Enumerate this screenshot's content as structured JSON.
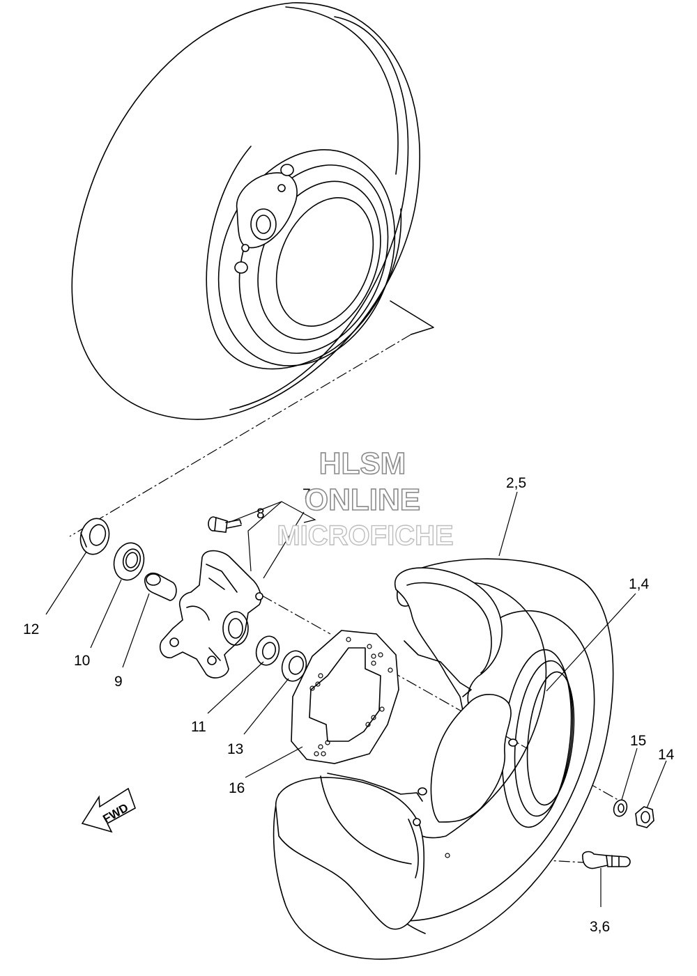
{
  "watermark": {
    "line1": "HLSM",
    "line2": "ONLINE",
    "line3": "MICROFICHE"
  },
  "direction_label": "FWD",
  "callouts": {
    "c12": "12",
    "c10": "10",
    "c9": "9",
    "c8": "8",
    "c7": "7",
    "c11": "11",
    "c13": "13",
    "c16": "16",
    "c25": "2,5",
    "c14pair": "1,4",
    "c15": "15",
    "c14": "14",
    "c36": "3,6"
  }
}
